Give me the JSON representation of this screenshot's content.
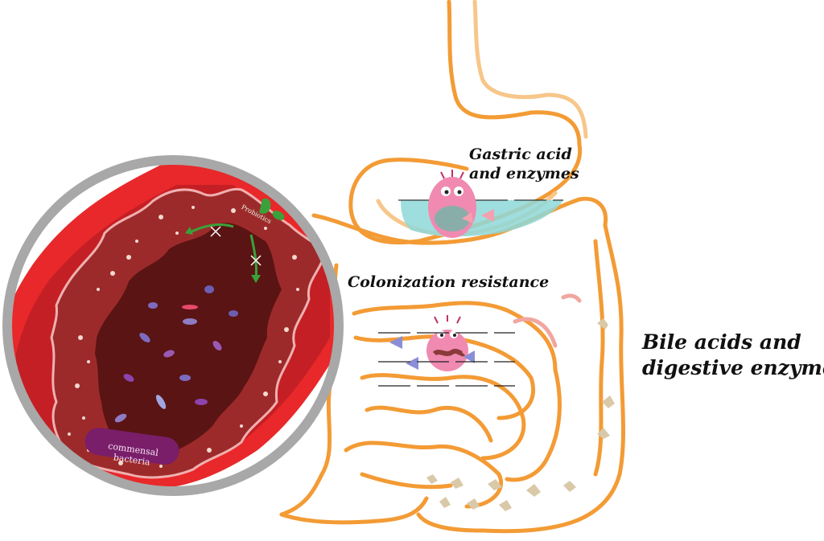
{
  "labels": {
    "gastric_line1": "Gastric acid",
    "gastric_line2": "and enzymes",
    "colonization": "Colonization resistance",
    "bile_line1": "Bile acids and",
    "bile_line2": "digestive enzymes",
    "commensal": "commensal bacteria",
    "probiotics": "Probiotics"
  },
  "icons": [
    "stomach-outline",
    "intestine-outline",
    "pathogen-icon",
    "probiotic-icon",
    "magnifier-circle"
  ],
  "colors": {
    "gut_outline": "#F39B35",
    "gut_outline_light": "#F7C68A",
    "lumen": "#5a1414",
    "mucosa": "#9d2a2a",
    "tissue_red": "#e8282a",
    "probiotic_green": "#3aa13a",
    "pathogen_pink": "#f08ab0",
    "gastric_fluid": "#8ed8d8",
    "ring_gray": "#a8a8a8"
  }
}
